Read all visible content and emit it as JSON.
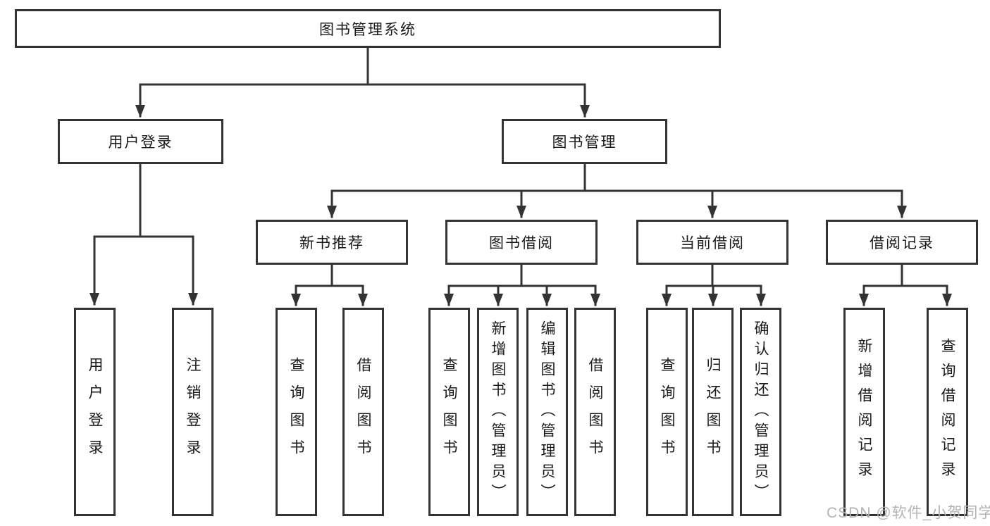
{
  "tree": {
    "label": "图书管理系统",
    "children": [
      {
        "label": "用户登录",
        "children": [
          {
            "label": "用户登录"
          },
          {
            "label": "注销登录"
          }
        ]
      },
      {
        "label": "图书管理",
        "children": [
          {
            "label": "新书推荐",
            "children": [
              {
                "label": "查询图书"
              },
              {
                "label": "借阅图书"
              }
            ]
          },
          {
            "label": "图书借阅",
            "children": [
              {
                "label": "查询图书"
              },
              {
                "label": "新增图书（管理员）"
              },
              {
                "label": "编辑图书（管理员）"
              },
              {
                "label": "借阅图书"
              }
            ]
          },
          {
            "label": "当前借阅",
            "children": [
              {
                "label": "查询图书"
              },
              {
                "label": "归还图书"
              },
              {
                "label": "确认归还（管理员）"
              }
            ]
          },
          {
            "label": "借阅记录",
            "children": [
              {
                "label": "新增借阅记录"
              },
              {
                "label": "查询借阅记录"
              }
            ]
          }
        ]
      }
    ]
  },
  "colors": {
    "line": "#333333",
    "text": "#1a1a1a",
    "watermark": "#b3b3b3",
    "background": "#ffffff"
  },
  "watermark": "CSDN @软件_小贺同学"
}
